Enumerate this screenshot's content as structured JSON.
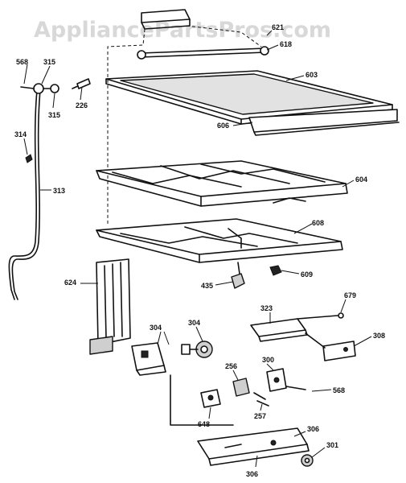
{
  "watermark": "AppliancePartsPros.com",
  "labels": {
    "p621": "621",
    "p618": "618",
    "p603": "603",
    "p606": "606",
    "p604": "604",
    "p608": "608",
    "p609": "609",
    "p435": "435",
    "p568_top": "568",
    "p315_a": "315",
    "p315_b": "315",
    "p226": "226",
    "p314": "314",
    "p313": "313",
    "p624": "624",
    "p304_a": "304",
    "p304_b": "304",
    "p323": "323",
    "p679": "679",
    "p308": "308",
    "p300": "300",
    "p256": "256",
    "p568_bot": "568",
    "p648": "648",
    "p257": "257",
    "p306_a": "306",
    "p306_b": "306",
    "p301": "301"
  }
}
